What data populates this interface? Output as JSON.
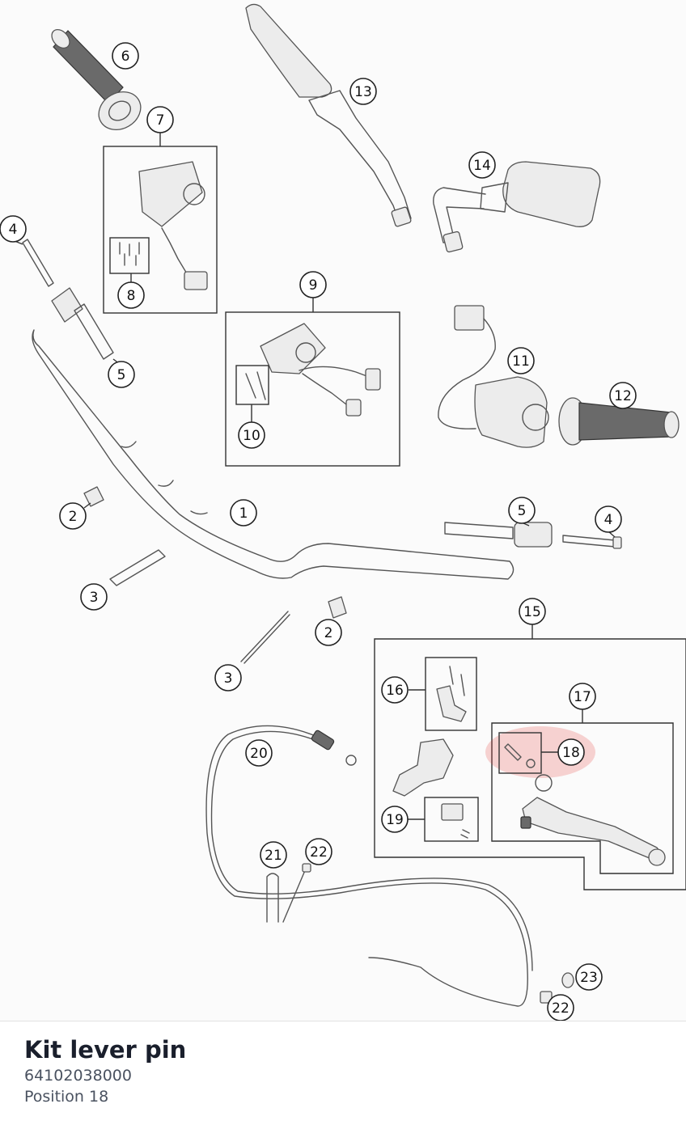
{
  "callouts": [
    {
      "id": "c6",
      "label": "6"
    },
    {
      "id": "c7",
      "label": "7"
    },
    {
      "id": "c8",
      "label": "8"
    },
    {
      "id": "c4a",
      "label": "4"
    },
    {
      "id": "c5a",
      "label": "5"
    },
    {
      "id": "c9",
      "label": "9"
    },
    {
      "id": "c10",
      "label": "10"
    },
    {
      "id": "c13",
      "label": "13"
    },
    {
      "id": "c14",
      "label": "14"
    },
    {
      "id": "c11",
      "label": "11"
    },
    {
      "id": "c12",
      "label": "12"
    },
    {
      "id": "c1",
      "label": "1"
    },
    {
      "id": "c2a",
      "label": "2"
    },
    {
      "id": "c3a",
      "label": "3"
    },
    {
      "id": "c5b",
      "label": "5"
    },
    {
      "id": "c4b",
      "label": "4"
    },
    {
      "id": "c2b",
      "label": "2"
    },
    {
      "id": "c3b",
      "label": "3"
    },
    {
      "id": "c15",
      "label": "15"
    },
    {
      "id": "c16",
      "label": "16"
    },
    {
      "id": "c17",
      "label": "17"
    },
    {
      "id": "c18",
      "label": "18"
    },
    {
      "id": "c19",
      "label": "19"
    },
    {
      "id": "c20",
      "label": "20"
    },
    {
      "id": "c21",
      "label": "21"
    },
    {
      "id": "c22a",
      "label": "22"
    },
    {
      "id": "c23",
      "label": "23"
    },
    {
      "id": "c22b",
      "label": "22"
    }
  ],
  "highlight": {
    "position": "18",
    "color": "#e53935"
  },
  "info": {
    "title": "Kit lever pin",
    "part_number": "64102038000",
    "position_text": "Position 18"
  }
}
